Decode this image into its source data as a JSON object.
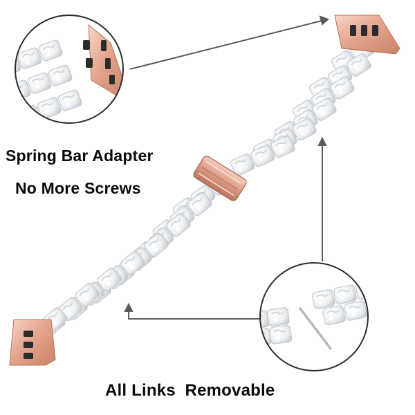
{
  "captions": {
    "spring_bar": "Spring Bar Adapter",
    "no_screws": "No More Screws",
    "all_links": "All Links  Removable"
  },
  "colors": {
    "background": "#ffffff",
    "link_white": "#f4f5f6",
    "link_grey": "#cfd4d9",
    "rose_gold": "#e9b39e",
    "callout_line": "#5a5a5a",
    "text": "#0a0a0a"
  },
  "icons": {
    "callout_top": "spring-bar-adapter-closeup",
    "callout_bottom": "removable-links-closeup"
  }
}
